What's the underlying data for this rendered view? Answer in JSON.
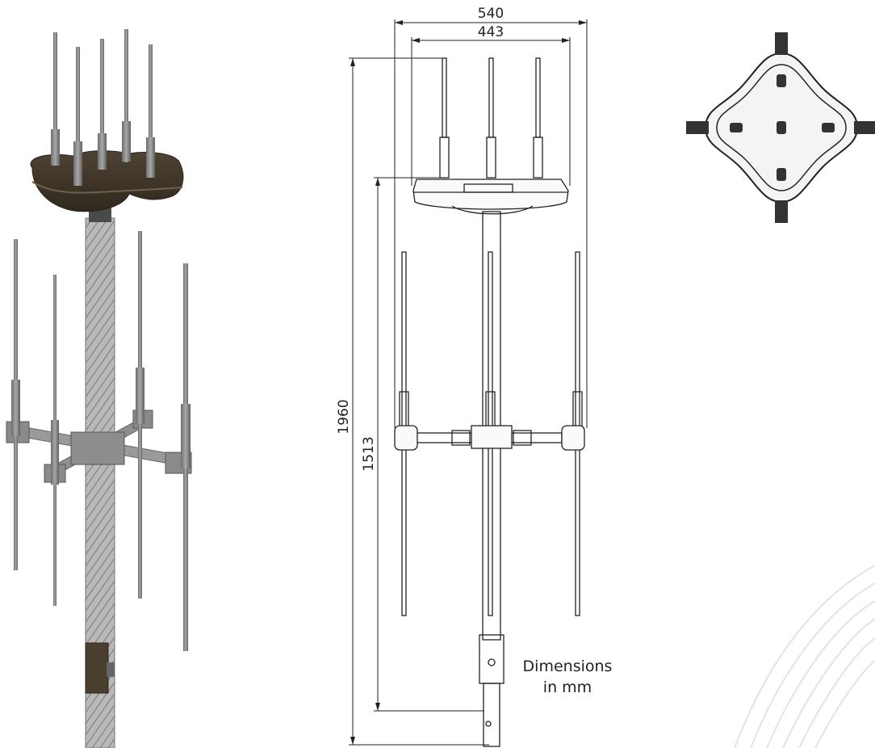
{
  "dimensions": {
    "overall_width": "540",
    "antenna_span": "443",
    "overall_height": "1960",
    "mount_height": "1513"
  },
  "note": {
    "line1": "Dimensions",
    "line2": "in mm"
  },
  "colors": {
    "housing": "#3f3629",
    "metal": "#8a8a8a",
    "line": "#222222"
  }
}
